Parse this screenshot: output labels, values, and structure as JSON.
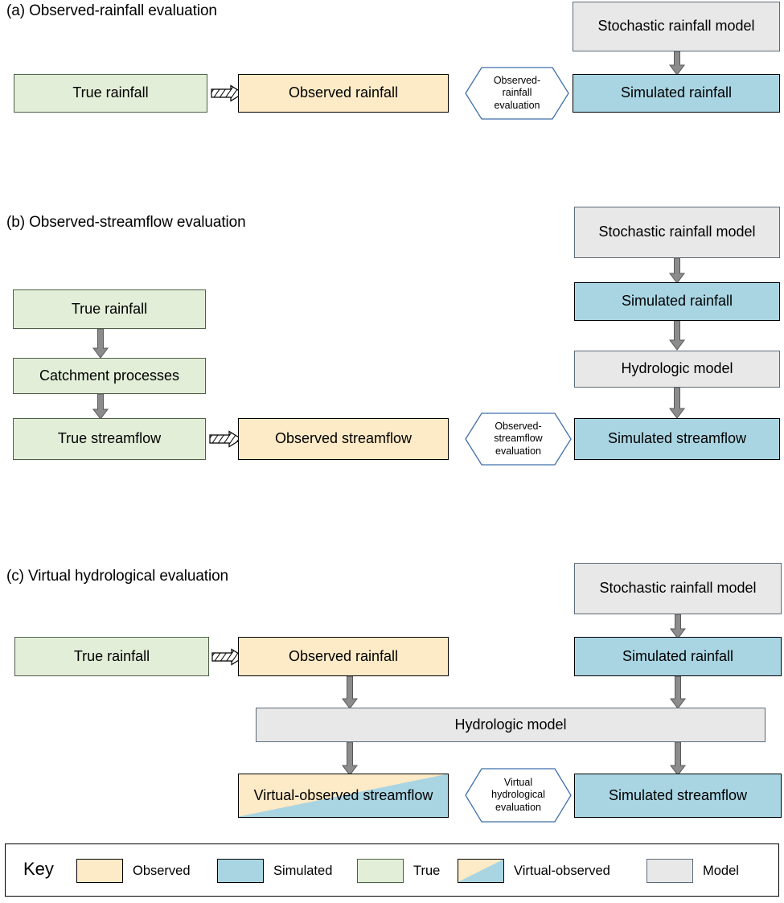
{
  "panels": [
    {
      "id": "a",
      "title": "(a) Observed-rainfall evaluation",
      "nodes": {
        "true_rainfall": "True rainfall",
        "observed_rainfall": "Observed rainfall",
        "stochastic_model": "Stochastic rainfall model",
        "simulated_rainfall": "Simulated rainfall"
      },
      "evaluation": "Observed-\nrainfall\nevaluation"
    },
    {
      "id": "b",
      "title": "(b) Observed-streamflow evaluation",
      "nodes": {
        "true_rainfall": "True rainfall",
        "catchment_processes": "Catchment processes",
        "true_streamflow": "True streamflow",
        "observed_streamflow": "Observed streamflow",
        "stochastic_model": "Stochastic rainfall model",
        "simulated_rainfall": "Simulated rainfall",
        "hydrologic_model": "Hydrologic model",
        "simulated_streamflow": "Simulated streamflow"
      },
      "evaluation": "Observed-\nstreamflow\nevaluation"
    },
    {
      "id": "c",
      "title": "(c) Virtual hydrological evaluation",
      "nodes": {
        "true_rainfall": "True rainfall",
        "observed_rainfall": "Observed rainfall",
        "stochastic_model": "Stochastic rainfall model",
        "simulated_rainfall": "Simulated rainfall",
        "hydrologic_model": "Hydrologic model",
        "virtual_observed_streamflow": "Virtual-observed streamflow",
        "simulated_streamflow": "Simulated streamflow"
      },
      "evaluation": "Virtual\nhydrological\nevaluation"
    }
  ],
  "key": {
    "title": "Key",
    "items": [
      {
        "label": "Observed",
        "color": "#fdeac6"
      },
      {
        "label": "Simulated",
        "color": "#a9d5e3"
      },
      {
        "label": "True",
        "color": "#e2eed8"
      },
      {
        "label": "Virtual-observed",
        "color": "#fdeac6,#a9d5e3"
      },
      {
        "label": "Model",
        "color": "#e8e8e8"
      }
    ]
  },
  "colors": {
    "true": "#e2eed8",
    "observed": "#fdeac6",
    "simulated": "#a9d5e3",
    "model": "#e8e8e8",
    "arrow": "#808080",
    "hexagon_stroke": "#3f6fab"
  }
}
